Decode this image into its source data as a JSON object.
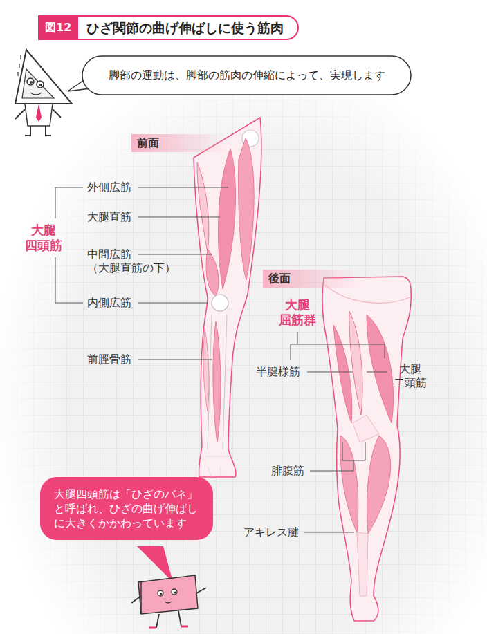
{
  "diagram": {
    "title": "ひざ関節の曲げ伸ばしに使う筋肉",
    "nodes": [
      {
        "text": [
          "脚部の運動は、脚部の筋肉の伸縮によって、実現します"
        ]
      },
      {
        "text": [
          "前面"
        ]
      },
      {
        "text": [
          "後面"
        ]
      },
      {
        "text": [
          "大腿四頭筋は「ひざのバネ」と呼ばれ、ひざの曲げ伸ばしに大きくかかわっています"
        ]
      }
    ],
    "labels": [
      "図12",
      "外側広筋",
      "大腿直筋",
      "大腿 四頭筋",
      "中間広筋 （大腿直筋の下）",
      "内側広筋",
      "前脛骨筋",
      "大腿 屈筋群",
      "半腱様筋",
      "大腿 二頭筋",
      "腓腹筋",
      "アキレス腱"
    ]
  }
}
